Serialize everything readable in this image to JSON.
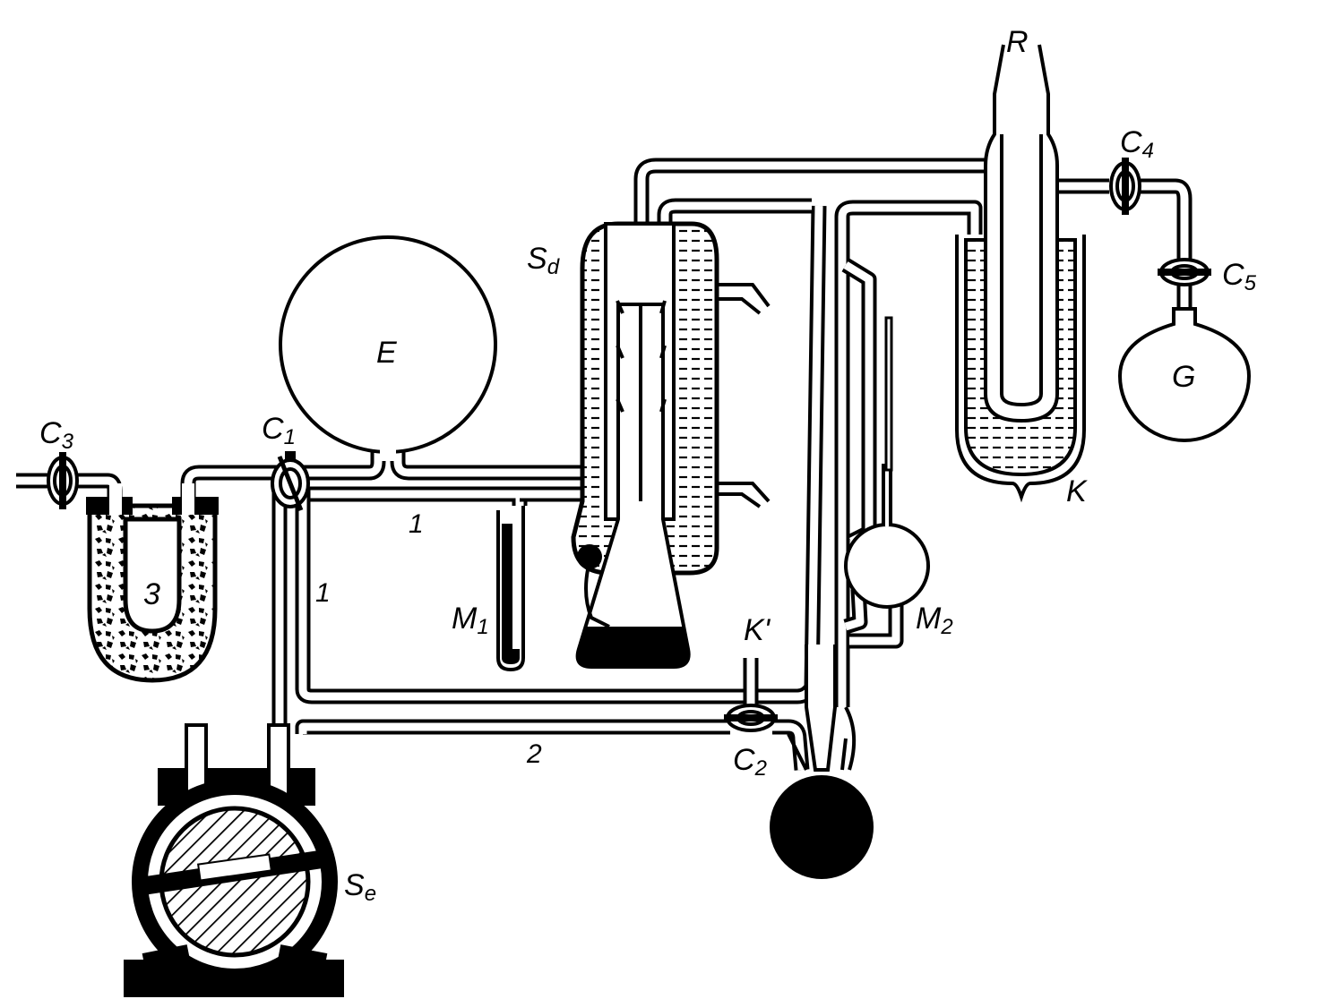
{
  "labels": {
    "R": "R",
    "C4": {
      "main": "C",
      "sub": "4"
    },
    "C5": {
      "main": "C",
      "sub": "5"
    },
    "C3": {
      "main": "C",
      "sub": "3"
    },
    "C1": {
      "main": "C",
      "sub": "1"
    },
    "C2": {
      "main": "C",
      "sub": "2"
    },
    "Sd": {
      "main": "S",
      "sub": "d"
    },
    "Se": {
      "main": "S",
      "sub": "e"
    },
    "E": "E",
    "G": "G",
    "K": "K",
    "Kprime": "K'",
    "M1": {
      "main": "M",
      "sub": "1"
    },
    "M2": {
      "main": "M",
      "sub": "2"
    },
    "three": "3",
    "line1a": "1",
    "line1b": "1",
    "line2": "2"
  },
  "colors": {
    "ink": "#000000",
    "paper": "#ffffff"
  }
}
